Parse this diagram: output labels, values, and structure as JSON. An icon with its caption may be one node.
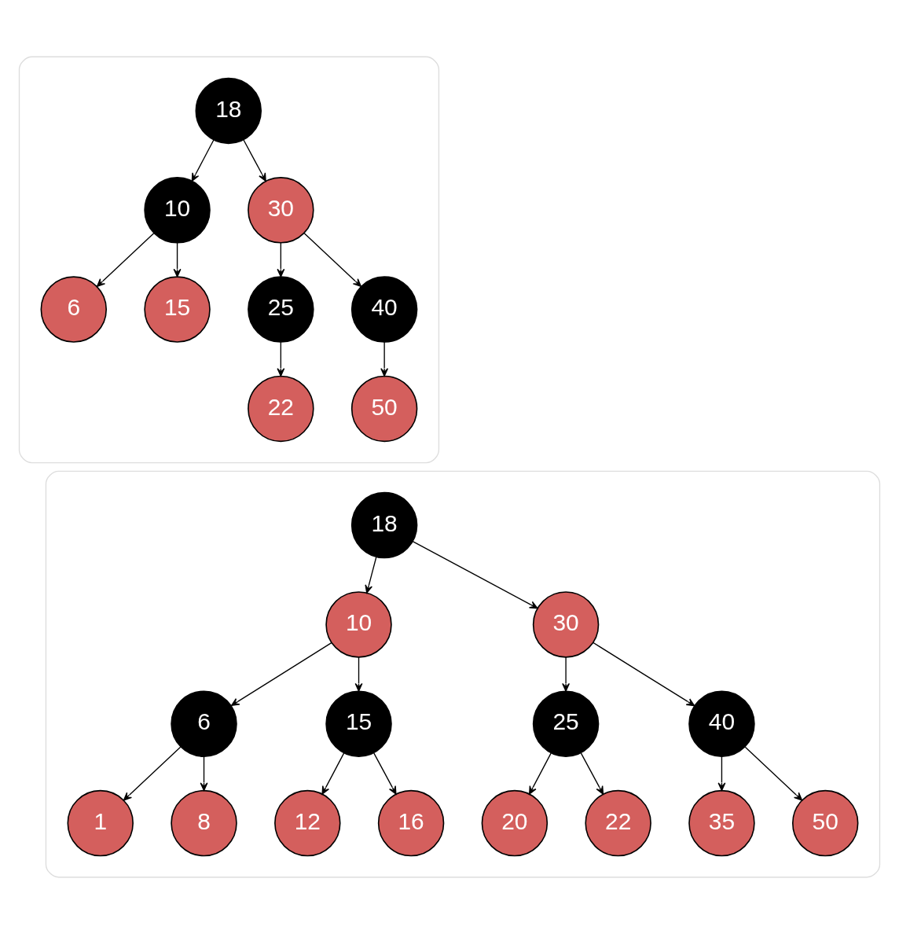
{
  "diagram": {
    "nodes": [
      {
        "text": [],
        "shape": "box"
      },
      {
        "text": [
          "18"
        ],
        "in": 0
      },
      {
        "text": [
          "10"
        ],
        "in": 0
      },
      {
        "text": [
          "30"
        ],
        "in": 0
      },
      {
        "text": [
          "6"
        ],
        "in": 0
      },
      {
        "text": [
          "15"
        ],
        "in": 0
      },
      {
        "text": [
          "25"
        ],
        "in": 0
      },
      {
        "text": [
          "40"
        ],
        "in": 0
      },
      {
        "text": [
          "22"
        ],
        "in": 0
      },
      {
        "text": [
          "50"
        ],
        "in": 0
      },
      {
        "text": [],
        "shape": "box"
      },
      {
        "text": [
          "18"
        ],
        "in": 10
      },
      {
        "text": [
          "10"
        ],
        "in": 10
      },
      {
        "text": [
          "30"
        ],
        "in": 10
      },
      {
        "text": [
          "6"
        ],
        "in": 10
      },
      {
        "text": [
          "15"
        ],
        "in": 10
      },
      {
        "text": [
          "25"
        ],
        "in": 10
      },
      {
        "text": [
          "40"
        ],
        "in": 10
      },
      {
        "text": [
          "1"
        ],
        "in": 10
      },
      {
        "text": [
          "8"
        ],
        "in": 10
      },
      {
        "text": [
          "12"
        ],
        "in": 10
      },
      {
        "text": [
          "16"
        ],
        "in": 10
      },
      {
        "text": [
          "20"
        ],
        "in": 10
      },
      {
        "text": [
          "22"
        ],
        "in": 10
      },
      {
        "text": [
          "35"
        ],
        "in": 10
      },
      {
        "text": [
          "50"
        ],
        "in": 10
      }
    ],
    "edges": [
      {
        "from": 1,
        "to": 2,
        "arrow": "to"
      },
      {
        "from": 1,
        "to": 3,
        "arrow": "to"
      },
      {
        "from": 2,
        "to": 4,
        "arrow": "to"
      },
      {
        "from": 2,
        "to": 5,
        "arrow": "to"
      },
      {
        "from": 3,
        "to": 6,
        "arrow": "to"
      },
      {
        "from": 3,
        "to": 7,
        "arrow": "to"
      },
      {
        "from": 6,
        "to": 8,
        "arrow": "to"
      },
      {
        "from": 7,
        "to": 9,
        "arrow": "to"
      },
      {
        "from": 11,
        "to": 12,
        "arrow": "to"
      },
      {
        "from": 11,
        "to": 13,
        "arrow": "to"
      },
      {
        "from": 12,
        "to": 14,
        "arrow": "to"
      },
      {
        "from": 12,
        "to": 15,
        "arrow": "to"
      },
      {
        "from": 13,
        "to": 16,
        "arrow": "to"
      },
      {
        "from": 13,
        "to": 17,
        "arrow": "to"
      },
      {
        "from": 14,
        "to": 18,
        "arrow": "to"
      },
      {
        "from": 14,
        "to": 19,
        "arrow": "to"
      },
      {
        "from": 15,
        "to": 20,
        "arrow": "to"
      },
      {
        "from": 15,
        "to": 21,
        "arrow": "to"
      },
      {
        "from": 16,
        "to": 22,
        "arrow": "to"
      },
      {
        "from": 16,
        "to": 23,
        "arrow": "to"
      },
      {
        "from": 17,
        "to": 24,
        "arrow": "to"
      },
      {
        "from": 17,
        "to": 25,
        "arrow": "to"
      }
    ]
  }
}
